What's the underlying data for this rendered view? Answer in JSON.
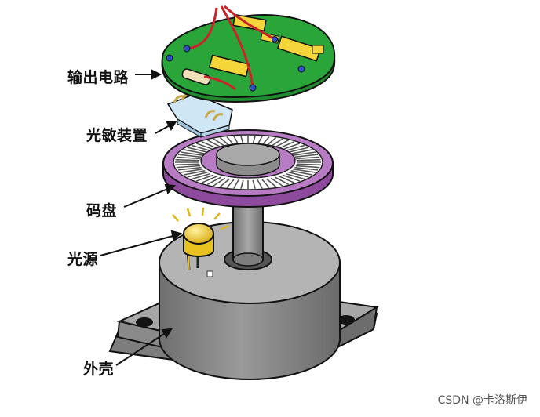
{
  "labels": {
    "output_circuit": "输出电路",
    "photo_device": "光敏装置",
    "code_disk": "码盘",
    "light_source": "光源",
    "housing": "外壳"
  },
  "watermark": "CSDN @卡洛斯伊",
  "colors": {
    "pcb": "#2aa53a",
    "chip": "#f5d63a",
    "wire": "#c8242a",
    "disk_rim": "#a25fb0",
    "housing": "#8c8c8c",
    "shaft": "#8a8a8a",
    "led": "#e9c21f"
  }
}
